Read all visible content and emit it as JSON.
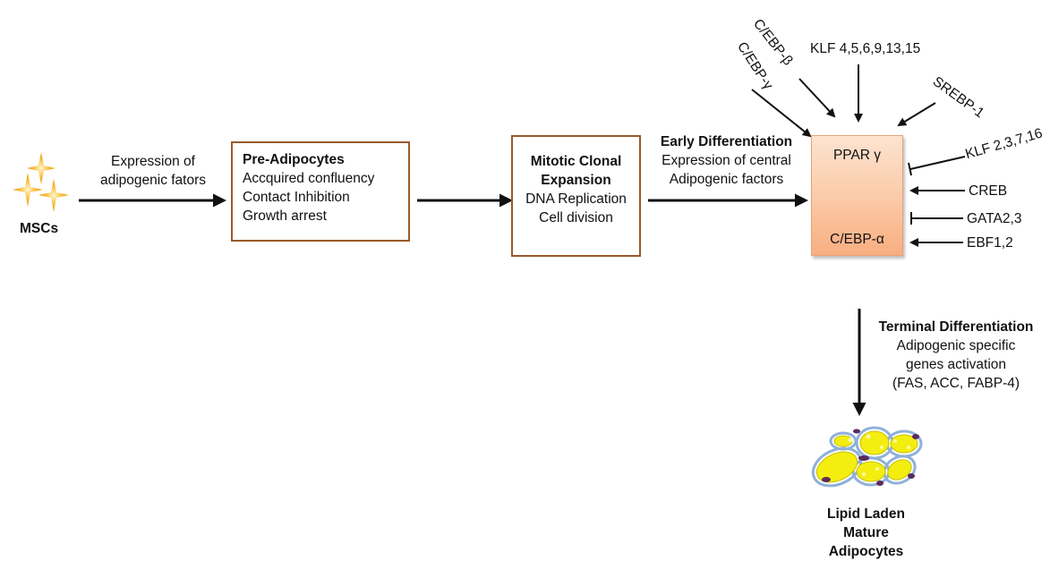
{
  "msc": {
    "label": "MSCs"
  },
  "arrow1": {
    "line1": "Expression of",
    "line2": "adipogenic fators"
  },
  "preadipocytes": {
    "title": "Pre-Adipocytes",
    "line1": "Accquired confluency",
    "line2": "Contact Inhibition",
    "line3": "Growth arrest"
  },
  "mitotic": {
    "title1": "Mitotic Clonal",
    "title2": "Expansion",
    "line1": "DNA Replication",
    "line2": "Cell division"
  },
  "early": {
    "title": "Early Differentiation",
    "line1": "Expression of central",
    "line2": "Adipogenic factors"
  },
  "core": {
    "top": "PPAR γ",
    "bottom": "C/EBP-α"
  },
  "regulators": {
    "cebpb": "C/EBP-β",
    "cebpg": "C/EBP-γ",
    "klf_pos": "KLF 4,5,6,9,13,15",
    "srebp": "SREBP-1",
    "klf_neg": "KLF 2,3,7,16",
    "creb": "CREB",
    "gata": "GATA2,3",
    "ebf": "EBF1,2"
  },
  "terminal": {
    "title": "Terminal Differentiation",
    "line1": "Adipogenic specific",
    "line2": "genes activation",
    "line3": "(FAS, ACC, FABP-4)"
  },
  "mature": {
    "line1": "Lipid Laden",
    "line2": "Mature Adipocytes"
  },
  "colors": {
    "box_border": "#9b5a2a",
    "star": "#f6b62a",
    "cell_fill": "#f4ee10",
    "cell_membrane": "#8fb1d8",
    "nucleus": "#5a2a5e",
    "ppar_fill": "#fbc9a6"
  }
}
